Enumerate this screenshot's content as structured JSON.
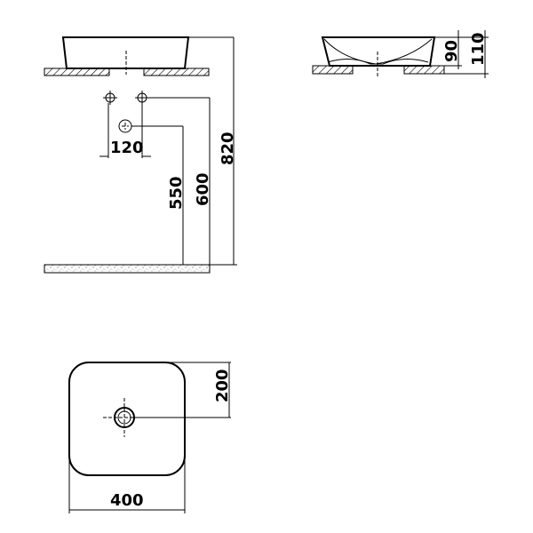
{
  "drawing": {
    "front_view": {
      "dimensions": {
        "overall_height": "820",
        "upper_mount_height": "600",
        "lower_mount_height": "550",
        "tap_spacing": "120"
      }
    },
    "side_view": {
      "dimensions": {
        "inner_depth": "90",
        "overall_depth": "110"
      }
    },
    "top_view": {
      "dimensions": {
        "width": "400",
        "drain_offset": "200"
      }
    }
  }
}
